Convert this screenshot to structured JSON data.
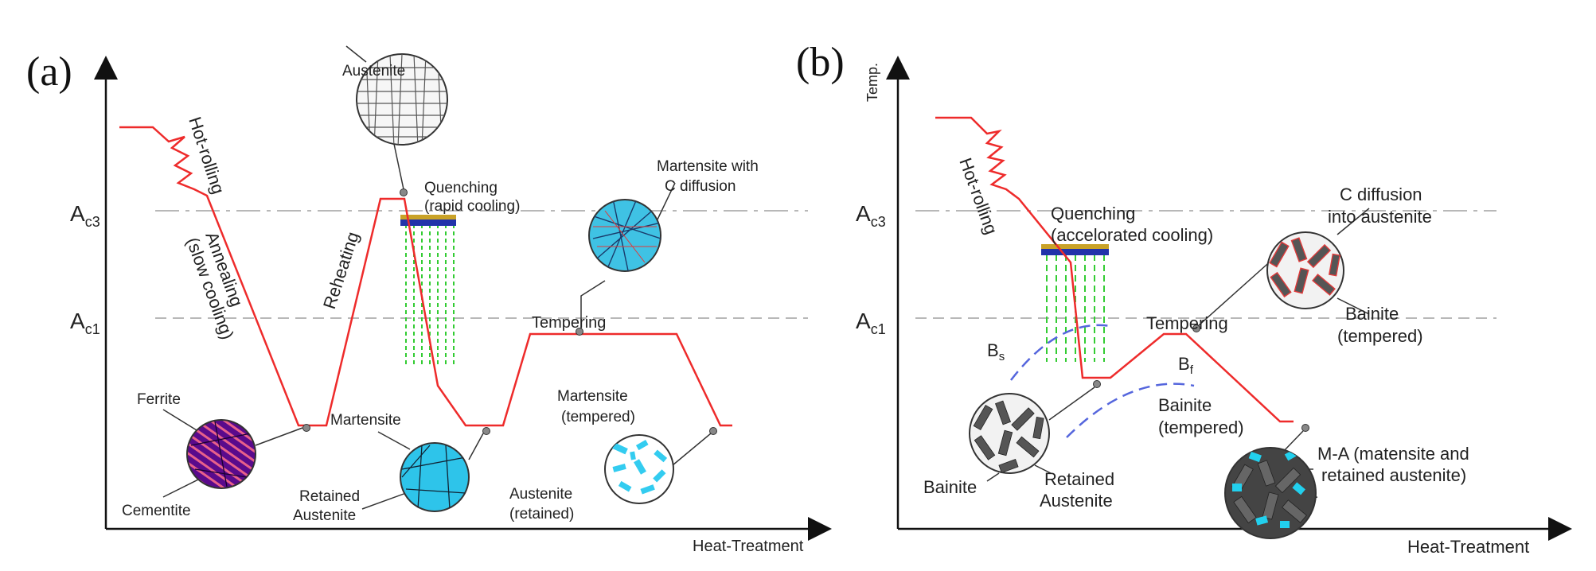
{
  "colors": {
    "profile": "#ee2b2b",
    "axis": "#111111",
    "guide": "#b8b8b8",
    "quench_spray": "#33cc33",
    "cooling_bar": "#2233aa",
    "cooling_bar_top": "#c9a227",
    "martensite": "#2ec4ea",
    "pearlite": "#5a0a8c",
    "bainite_dark": "#444444",
    "bs_bf_curve": "#5566dd"
  },
  "panel_a": {
    "tag": "(a)",
    "x_axis_label": "Heat-Treatment",
    "ac3": "A",
    "ac3_sub": "c3",
    "ac1": "A",
    "ac1_sub": "c1",
    "labels": {
      "hot_rolling": "Hot-rolling",
      "annealing_1": "Annealing",
      "annealing_2": "(slow cooling)",
      "reheating": "Reheating",
      "austenite": "Austenite",
      "quenching_1": "Quenching",
      "quenching_2": "(rapid cooling)",
      "tempering": "Tempering",
      "mart_c_1": "Martensite with",
      "mart_c_2": "C diffusion",
      "ferrite": "Ferrite",
      "cementite": "Cementite",
      "martensite": "Martensite",
      "retained_1": "Retained",
      "retained_2": "Austenite",
      "mart_temp_1": "Martensite",
      "mart_temp_2": "(tempered)",
      "aust_ret_1": "Austenite",
      "aust_ret_2": "(retained)"
    }
  },
  "panel_b": {
    "tag": "(b)",
    "y_axis_label": "Temp.",
    "x_axis_label": "Heat-Treatment",
    "ac3": "A",
    "ac3_sub": "c3",
    "ac1": "A",
    "ac1_sub": "c1",
    "labels": {
      "hot_rolling": "Hot-rolling",
      "quenching_1": "Quenching",
      "quenching_2": "(accelorated cooling)",
      "tempering": "Tempering",
      "c_diff_1": "C diffusion",
      "c_diff_2": "into austenite",
      "bainite_temp_right_1": "Bainite",
      "bainite_temp_right_2": "(tempered)",
      "bs": "B",
      "bs_sub": "s",
      "bf": "B",
      "bf_sub": "f",
      "bainite": "Bainite",
      "retained_1": "Retained",
      "retained_2": "Austenite",
      "bainite_temp_1": "Bainite",
      "bainite_temp_2": "(tempered)",
      "ma_1": "M-A (matensite and",
      "ma_2": "retained austenite)"
    }
  }
}
